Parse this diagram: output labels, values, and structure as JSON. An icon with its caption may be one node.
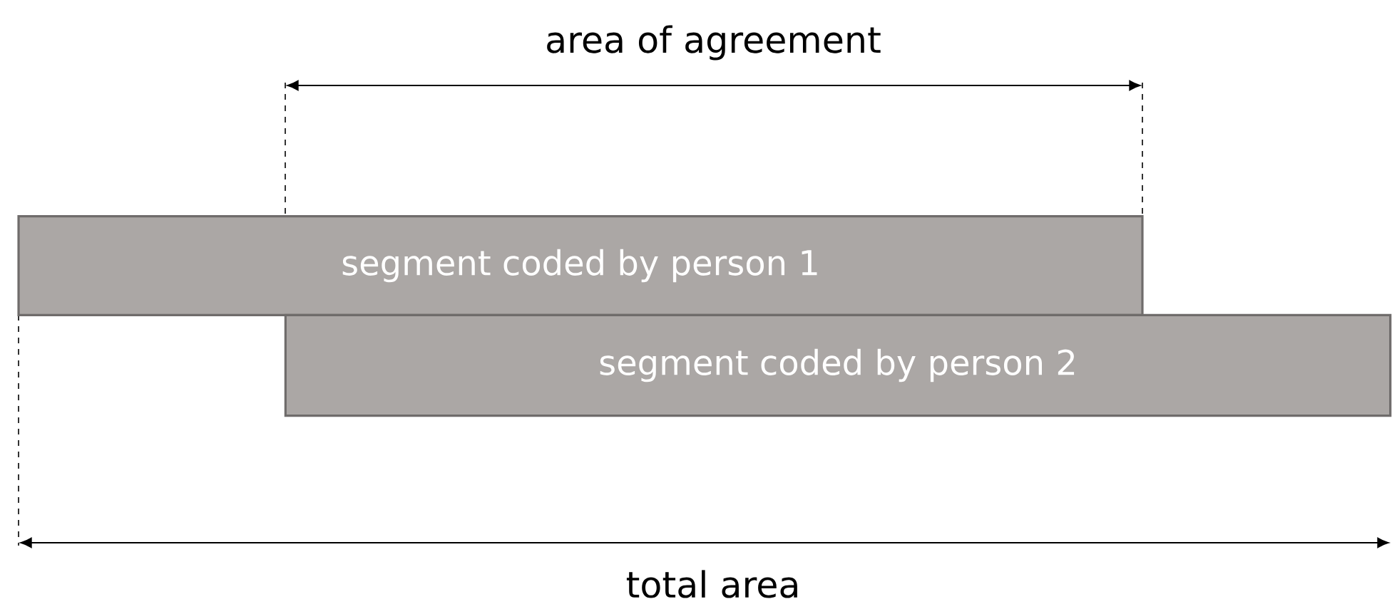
{
  "diagram": {
    "nodes": [
      {
        "text": [
          "segment coded by person 1"
        ]
      },
      {
        "text": [
          "segment coded by person 2"
        ]
      }
    ],
    "labels": [
      "area of agreement",
      "total area"
    ]
  }
}
